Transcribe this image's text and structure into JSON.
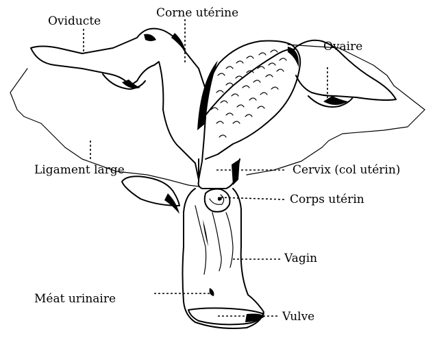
{
  "labels": {
    "oviducte": "Oviducte",
    "corne_uterine": "Corne utérine",
    "ovaire": "Ovaire",
    "ligament_large": "Ligament large",
    "cervix": "Cervix (col utérin)",
    "corps_uterin": "Corps utérin",
    "vagin": "Vagin",
    "meat_urinaire": "Méat urinaire",
    "vulve": "Vulve"
  },
  "colors": {
    "ink": "#000000",
    "background": "#ffffff"
  }
}
